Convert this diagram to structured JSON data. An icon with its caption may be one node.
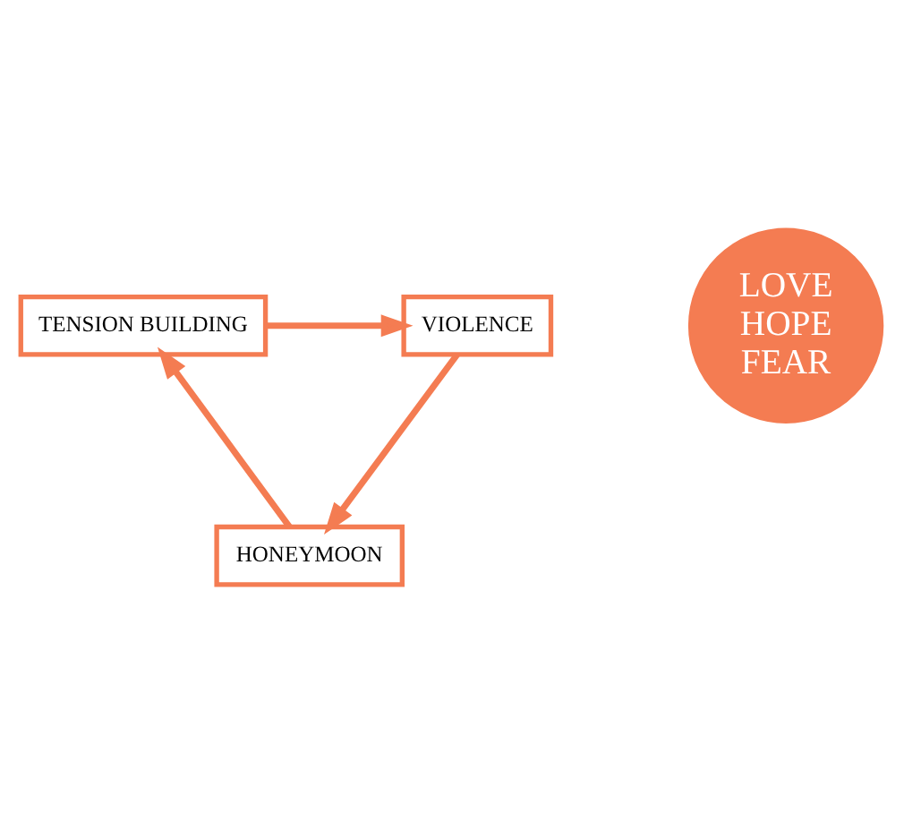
{
  "diagram": {
    "nodes": [
      {
        "text": [
          "TENSION BUILDING"
        ]
      },
      {
        "text": [
          "VIOLENCE"
        ]
      },
      {
        "text": [
          "HONEYMOON"
        ]
      },
      {
        "text": [
          "LOVE HOPE FEAR"
        ]
      }
    ],
    "edges": [
      {
        "from": 0,
        "to": 1,
        "arrow": "to"
      },
      {
        "from": 1,
        "to": 2,
        "arrow": "to"
      },
      {
        "from": 2,
        "to": 0,
        "arrow": "to"
      }
    ]
  }
}
